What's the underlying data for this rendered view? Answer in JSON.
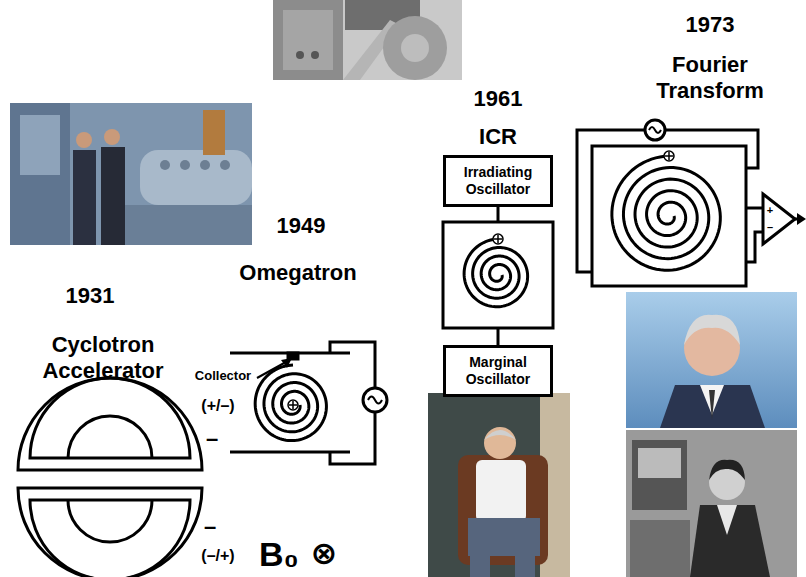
{
  "diagram": {
    "nodes": [
      {
        "text": [
          "Irradiating Oscillator"
        ]
      },
      {
        "text": [
          "Marginal Oscillator"
        ]
      }
    ],
    "labels": [
      "1931",
      "Cyclotron Accelerator",
      "(+/–)",
      "–",
      "–",
      "(–/+)",
      "1949",
      "Omegatron",
      "Collector",
      "B₀",
      "⊗",
      "1961",
      "ICR",
      "1973",
      "Fourier Transform",
      "+",
      "–"
    ]
  }
}
